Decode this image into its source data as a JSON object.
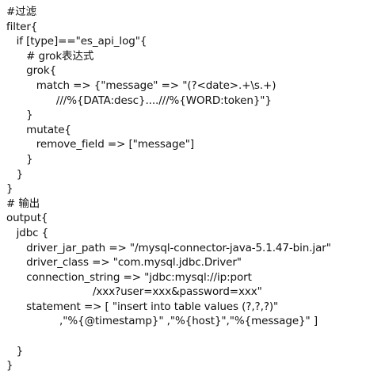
{
  "code": {
    "lines": [
      "#过滤",
      "filter{",
      "   if [type]==\"es_api_log\"{",
      "      # grok表达式",
      "      grok{",
      "         match => {\"message\" => \"(?<date>.+\\s.+)",
      "               ///%{DATA:desc}....///%{WORD:token}\"}",
      "      }",
      "      mutate{",
      "         remove_field => [\"message\"]",
      "      }",
      "   }",
      "}",
      "# 输出",
      "output{",
      "   jdbc {",
      "      driver_jar_path => \"/mysql-connector-java-5.1.47-bin.jar\"",
      "      driver_class => \"com.mysql.jdbc.Driver\"",
      "      connection_string => \"jdbc:mysql://ip:port",
      "                          /xxx?user=xxx&password=xxx\"",
      "      statement => [ \"insert into table values (?,?,?)\"",
      "                ,\"%{@timestamp}\" ,\"%{host}\",\"%{message}\" ]",
      "",
      "   }",
      "}"
    ]
  }
}
